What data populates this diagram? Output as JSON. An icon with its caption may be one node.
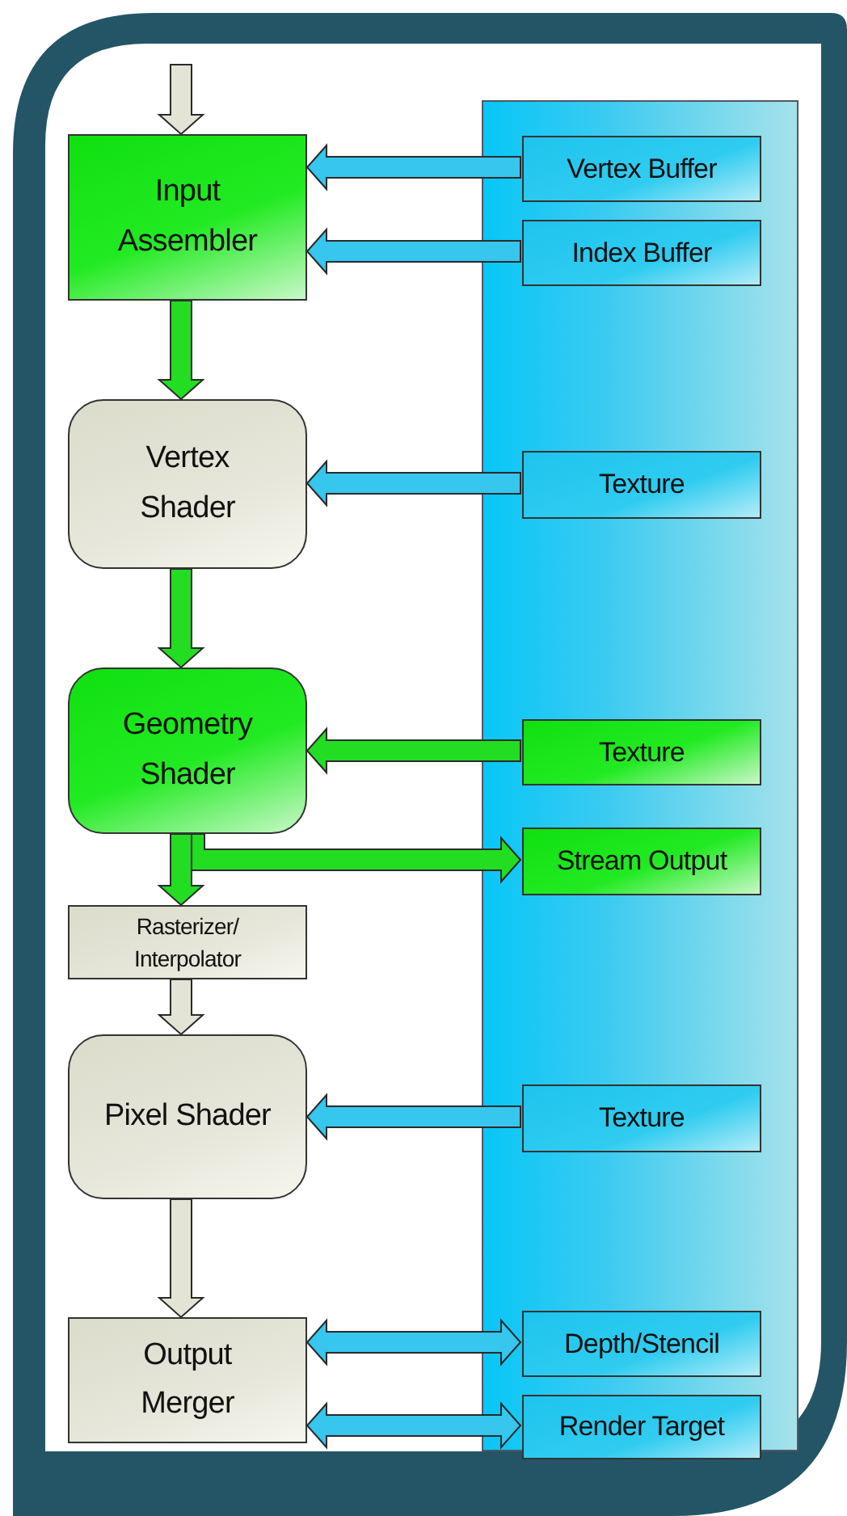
{
  "diagram": {
    "nodes": [
      {
        "text": [],
        "shape": "box"
      },
      {
        "text": [
          "Input Assembler"
        ]
      },
      {
        "text": [
          "Vertex Buffer"
        ],
        "in": 0
      },
      {
        "text": [
          "Index Buffer"
        ],
        "in": 0
      },
      {
        "text": [
          "Vertex Shader"
        ]
      },
      {
        "text": [
          "Texture"
        ],
        "in": 0
      },
      {
        "text": [
          "Geometry Shader"
        ]
      },
      {
        "text": [
          "Texture"
        ],
        "in": 0
      },
      {
        "text": [
          "Stream Output"
        ],
        "in": 0
      },
      {
        "text": [
          "Rasterizer/ Interpolator"
        ]
      },
      {
        "text": [
          "Pixel Shader"
        ]
      },
      {
        "text": [
          "Texture"
        ],
        "in": 0
      },
      {
        "text": [
          "Output Merger"
        ]
      },
      {
        "text": [
          "Depth/Stencil"
        ],
        "in": 0
      },
      {
        "text": [
          "Render Target"
        ],
        "in": 0
      }
    ],
    "edges": [
      {
        "from": null,
        "to": 1,
        "arrow": "to",
        "color": "#e4e4d6"
      },
      {
        "from": 2,
        "to": 1,
        "arrow": "to"
      },
      {
        "from": 3,
        "to": 1,
        "arrow": "to"
      },
      {
        "from": 1,
        "to": 4,
        "arrow": "to",
        "color": "#22dd22"
      },
      {
        "from": 5,
        "to": 4,
        "arrow": "to"
      },
      {
        "from": 4,
        "to": 6,
        "arrow": "to",
        "color": "#22dd22"
      },
      {
        "from": 7,
        "to": 6,
        "arrow": "to",
        "color": "#22dd22"
      },
      {
        "from": 6,
        "to": 8,
        "arrow": "to",
        "color": "#22dd22"
      },
      {
        "from": 6,
        "to": 9,
        "arrow": "to",
        "color": "#22dd22"
      },
      {
        "from": 9,
        "to": 10,
        "arrow": "to",
        "color": "#e4e4d6"
      },
      {
        "from": 11,
        "to": 10,
        "arrow": "to"
      },
      {
        "from": 10,
        "to": 12,
        "arrow": "to",
        "color": "#e4e4d6"
      },
      {
        "from": 12,
        "to": 13,
        "arrow": "both"
      },
      {
        "from": 12,
        "to": 14,
        "arrow": "both"
      }
    ]
  }
}
